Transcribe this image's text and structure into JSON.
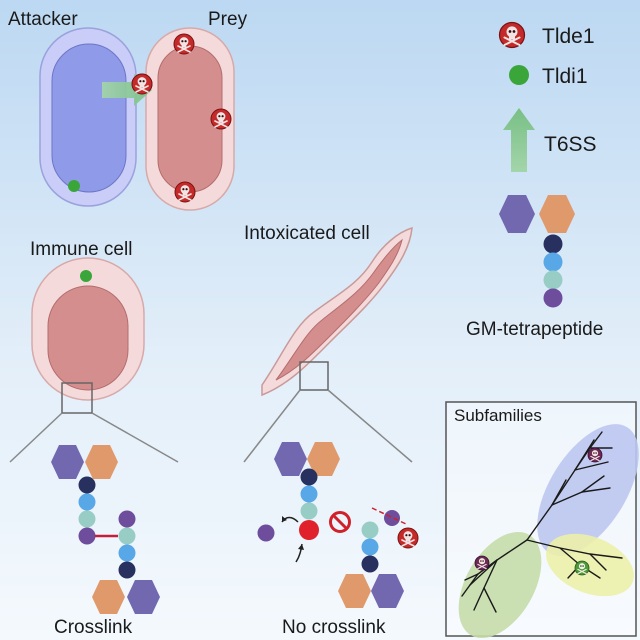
{
  "labels": {
    "attacker": "Attacker",
    "prey": "Prey",
    "immune_cell": "Immune cell",
    "intoxicated_cell": "Intoxicated cell",
    "crosslink": "Crosslink",
    "no_crosslink": "No crosslink",
    "subfamilies": "Subfamilies"
  },
  "legend": {
    "toxin": "Tlde1",
    "immunity": "Tldi1",
    "secretion_system": "T6SS",
    "peptidoglycan": "GM-tetrapeptide"
  },
  "icons": {
    "toxin": "skull-crossbones-icon",
    "immunity": "green-dot-icon",
    "secretion": "green-arrow-icon",
    "blocked": "prohibition-icon"
  },
  "colors": {
    "background_top": "#bcd8f2",
    "background_bottom": "#f4f9fd",
    "attacker_outer": "#c9cdf7",
    "attacker_inner": "#8f9ae8",
    "prey_outer": "#f4dada",
    "prey_inner": "#d48e8e",
    "toxin": "#c42a2a",
    "immunity": "#3aa63a",
    "arrow": "#8fcc98",
    "glcnac": "#7268b0",
    "murnac": "#e0996a",
    "aa1": "#27305e",
    "aa2": "#58a7e6",
    "aa3": "#98cdc6",
    "aa4": "#6d4d9c",
    "crosslink": "#c41e3a",
    "ellipse_blue": "#bcc6ef",
    "ellipse_green": "#c5dcaa",
    "ellipse_yellow": "#ecf0a8"
  }
}
